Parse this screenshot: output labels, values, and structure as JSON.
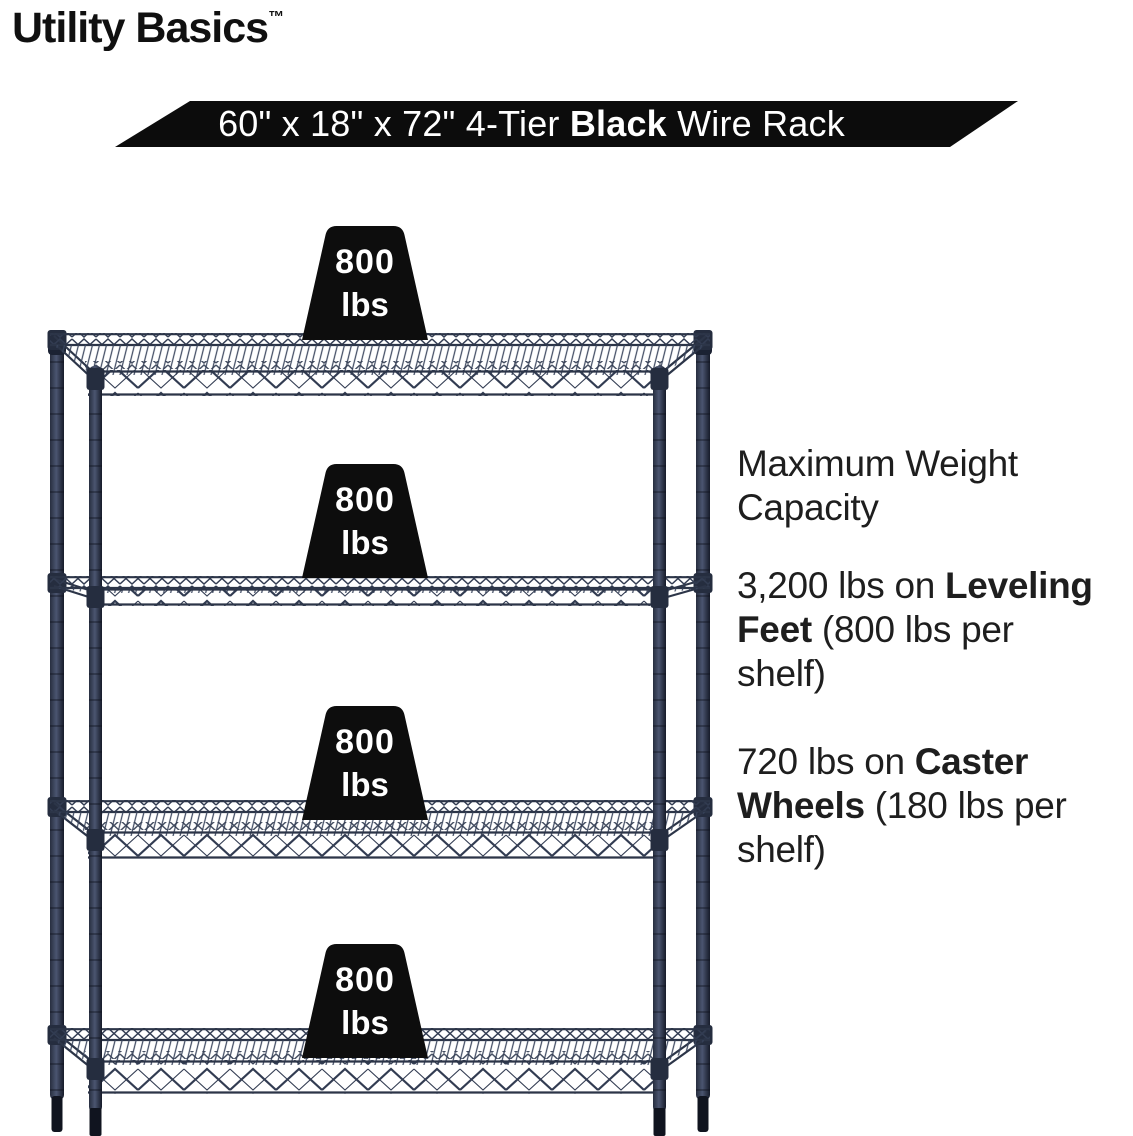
{
  "brand": {
    "name": "Utility Basics",
    "trademark": "™"
  },
  "banner": {
    "prefix": "60\" x 18\" x 72\" 4-Tier ",
    "highlight": "Black",
    "suffix": " Wire Rack"
  },
  "rack": {
    "description": "4-tier black wire shelving rack illustration",
    "shelf_labels": [
      {
        "value": "800",
        "unit": "lbs"
      },
      {
        "value": "800",
        "unit": "lbs"
      },
      {
        "value": "800",
        "unit": "lbs"
      },
      {
        "value": "800",
        "unit": "lbs"
      }
    ]
  },
  "info": {
    "heading": {
      "line1": "Maximum Weight",
      "line2": "Capacity"
    },
    "leveling": {
      "l1a": "3,200 lbs on ",
      "l1b": "Leveling",
      "l2a": "Feet",
      "l2b": " (800 lbs per",
      "l3": "shelf)"
    },
    "caster": {
      "l1a": "720 lbs on ",
      "l1b": "Caster",
      "l2a": "Wheels",
      "l2b": " (180 lbs per",
      "l3": "shelf)"
    }
  },
  "theme": {
    "banner_bg": "#0c0c0c",
    "badge_bg": "#0d0d0d",
    "text": "#1e1e1e",
    "wire": "#323c52",
    "wire_dark": "#2c3548",
    "post_gradient": [
      "#272e3f",
      "#4b5570",
      "#161b29"
    ]
  }
}
